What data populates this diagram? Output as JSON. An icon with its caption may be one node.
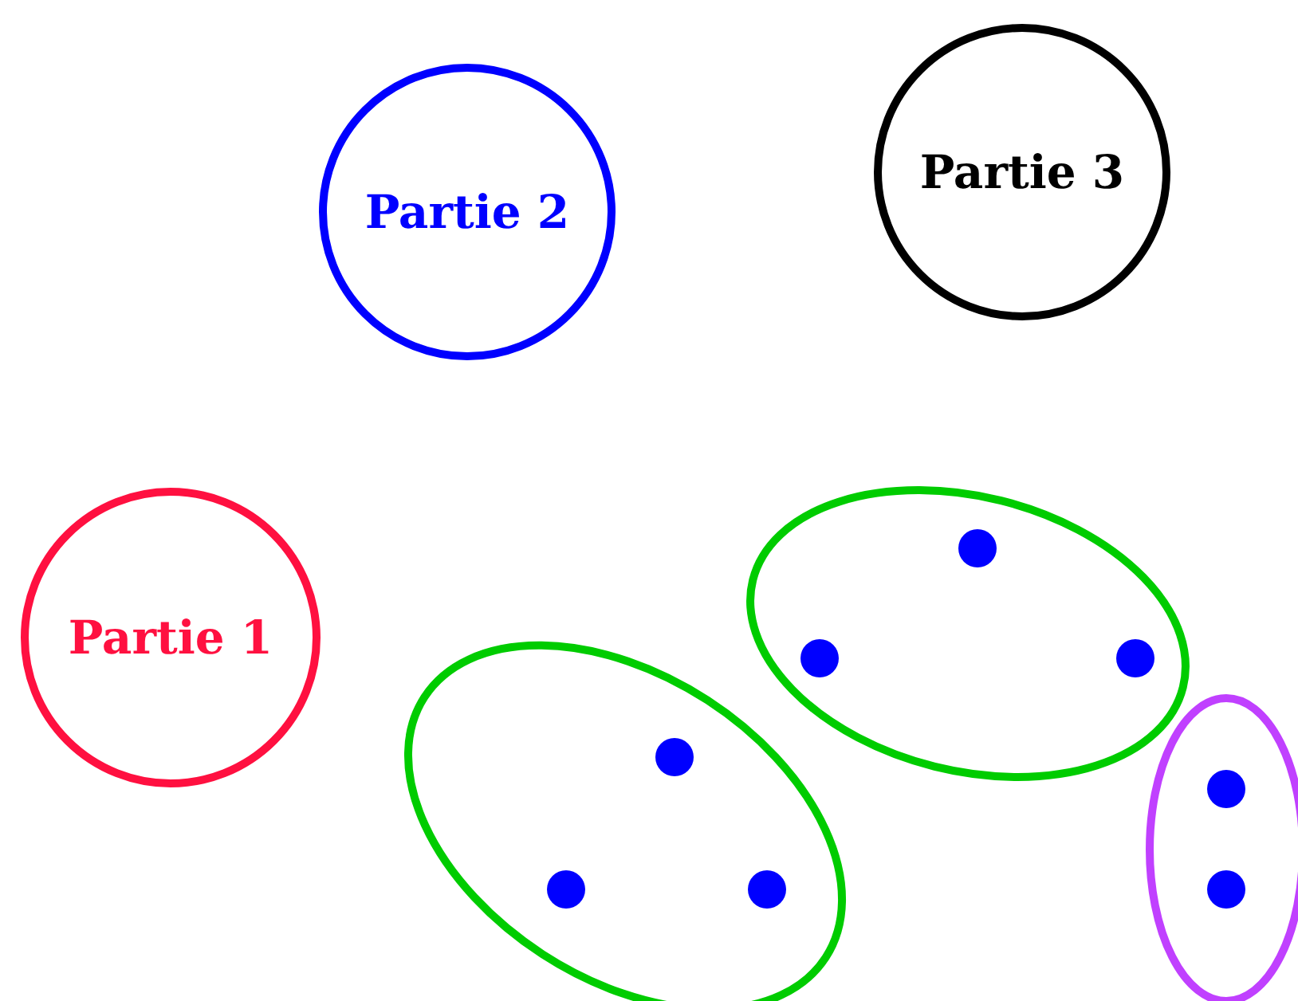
{
  "diagram": {
    "nodes": [
      {
        "text": [
          "Partie 2"
        ]
      },
      {
        "text": [
          "Partie 3"
        ]
      },
      {
        "text": [
          "Partie 1"
        ]
      },
      {
        "text": [],
        "shape": "ellipse"
      },
      {
        "text": [],
        "shape": "circle",
        "in": 3
      },
      {
        "text": [],
        "shape": "circle",
        "in": 3
      },
      {
        "text": [],
        "shape": "circle",
        "in": 3
      },
      {
        "text": [],
        "shape": "ellipse"
      },
      {
        "text": [],
        "shape": "circle",
        "in": 7
      },
      {
        "text": [],
        "shape": "circle",
        "in": 7
      },
      {
        "text": [],
        "shape": "circle",
        "in": 7
      },
      {
        "text": [],
        "shape": "ellipse"
      },
      {
        "text": [],
        "shape": "circle",
        "in": 11
      },
      {
        "text": [],
        "shape": "circle",
        "in": 11
      }
    ],
    "edges": []
  }
}
